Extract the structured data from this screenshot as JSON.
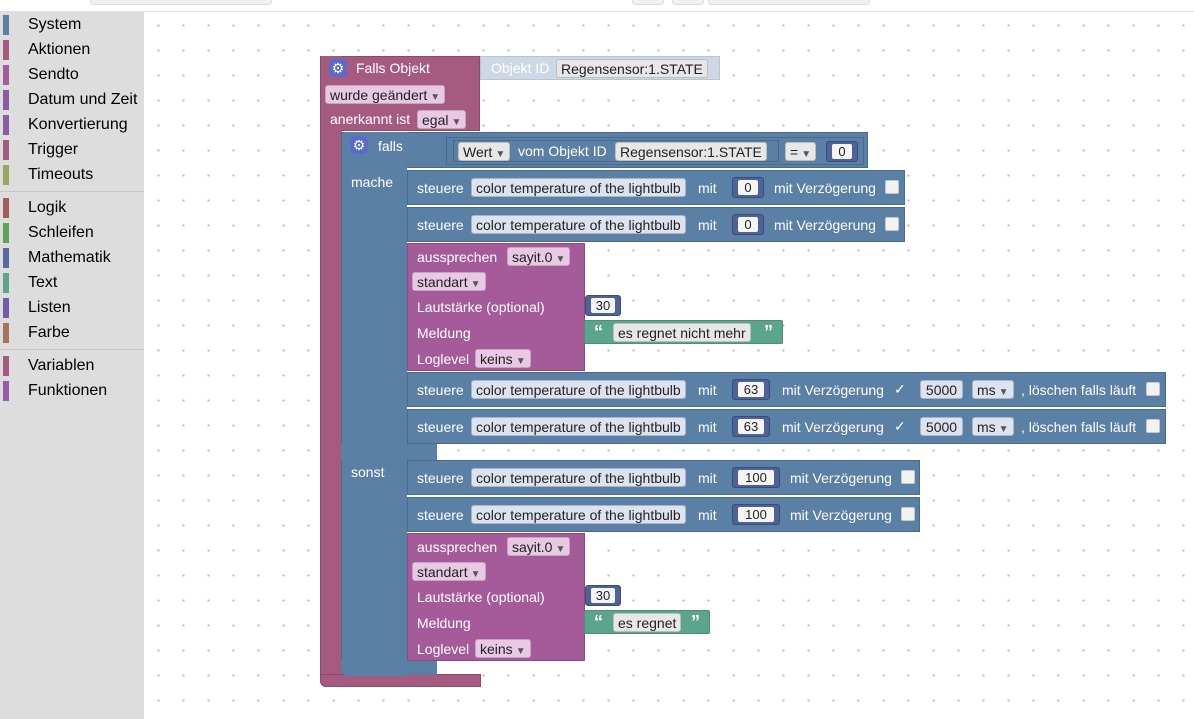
{
  "toolbox": [
    {
      "label": "System",
      "color": "#5b80a5"
    },
    {
      "label": "Aktionen",
      "color": "#a55b80"
    },
    {
      "label": "Sendto",
      "color": "#a55b99"
    },
    {
      "label": "Datum und Zeit",
      "color": "#8c5ba5"
    },
    {
      "label": "Konvertierung",
      "color": "#8c5ba5"
    },
    {
      "label": "Trigger",
      "color": "#a55b80"
    },
    {
      "label": "Timeouts",
      "color": "#99a55b"
    },
    {
      "label": "Logik",
      "color": "#a55b5b"
    },
    {
      "label": "Schleifen",
      "color": "#5ba55b"
    },
    {
      "label": "Mathematik",
      "color": "#5b67a5"
    },
    {
      "label": "Text",
      "color": "#5ba58c"
    },
    {
      "label": "Listen",
      "color": "#745ba5"
    },
    {
      "label": "Farbe",
      "color": "#a5745b"
    },
    {
      "label": "Variablen",
      "color": "#a55b80"
    },
    {
      "label": "Funktionen",
      "color": "#995ba5"
    }
  ],
  "trigger": {
    "title": "Falls Objekt",
    "objekt_id_label": "Objekt ID",
    "objekt_id_value": "Regensensor:1.STATE",
    "changed": "wurde geändert",
    "ack_label": "anerkannt ist",
    "ack_value": "egal"
  },
  "if_block": {
    "falls": "falls",
    "mache": "mache",
    "sonst": "sonst",
    "wert": "Wert",
    "vom_objekt": "vom Objekt ID",
    "objekt": "Regensensor:1.STATE",
    "op": "=",
    "compare": "0"
  },
  "labels": {
    "steuere": "steuere",
    "target": "color temperature of the lightbulb",
    "mit": "mit",
    "mit_verz": "mit Verzögerung",
    "ms": "ms",
    "loeschen": ", löschen falls läuft",
    "aussprechen": "aussprechen",
    "sayit": "sayit.0",
    "standart": "standart",
    "lautstaerke": "Lautstärke (optional)",
    "meldung": "Meldung",
    "loglevel": "Loglevel",
    "keins": "keins",
    "check": "✓",
    "gear": "⚙"
  },
  "values": {
    "v0a": "0",
    "v0b": "0",
    "v63a": "63",
    "v63b": "63",
    "v100a": "100",
    "v100b": "100",
    "delay1": "5000",
    "delay2": "5000",
    "vol1": "30",
    "vol2": "30"
  },
  "messages": {
    "msg1": "es regnet nicht mehr",
    "msg2": "es regnet",
    "open": "“",
    "close": "”"
  },
  "colors": {
    "trigger": "#a55b80",
    "logic": "#5b80a5",
    "sayit": "#a55b99",
    "text": "#5ba58c"
  }
}
